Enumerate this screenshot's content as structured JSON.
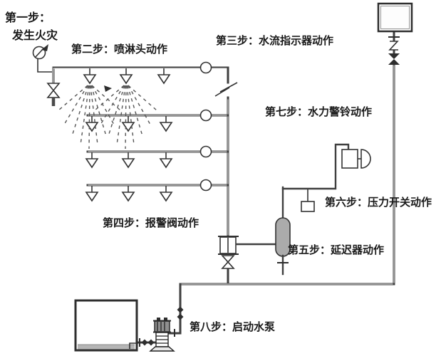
{
  "diagram": {
    "kind": "wet-pipe-sprinkler-system-flow-diagram",
    "steps": {
      "s1a": "第一步：",
      "s1b": "发生火灾",
      "s2": "第二步：喷淋头动作",
      "s3": "第三步：水流指示器动作",
      "s4": "第四步：报警阀动作",
      "s5": "第五步：延迟器动作",
      "s6": "第六步：压力开关动作",
      "s7": "第七步：水力警铃动作",
      "s8": "第八步：启动水泵"
    },
    "components": [
      "pressure-gauge",
      "end-test-valve",
      "sprinkler-head",
      "water-spray",
      "pipe-break-symbol",
      "water-flow-indicator",
      "alarm-check-valve",
      "gate-valve",
      "retarder",
      "pressure-switch",
      "hydraulic-alarm-bell",
      "elevated-water-tank",
      "reserve-water-tank",
      "fire-pump",
      "check-valve"
    ],
    "colors": {
      "line": "#3f3f3f",
      "text": "#1a1a1a",
      "component_fill": "#ffffff",
      "retarder_fill": "#ababab",
      "water_fill": "#b5b5b5",
      "background": "#ffffff"
    }
  }
}
